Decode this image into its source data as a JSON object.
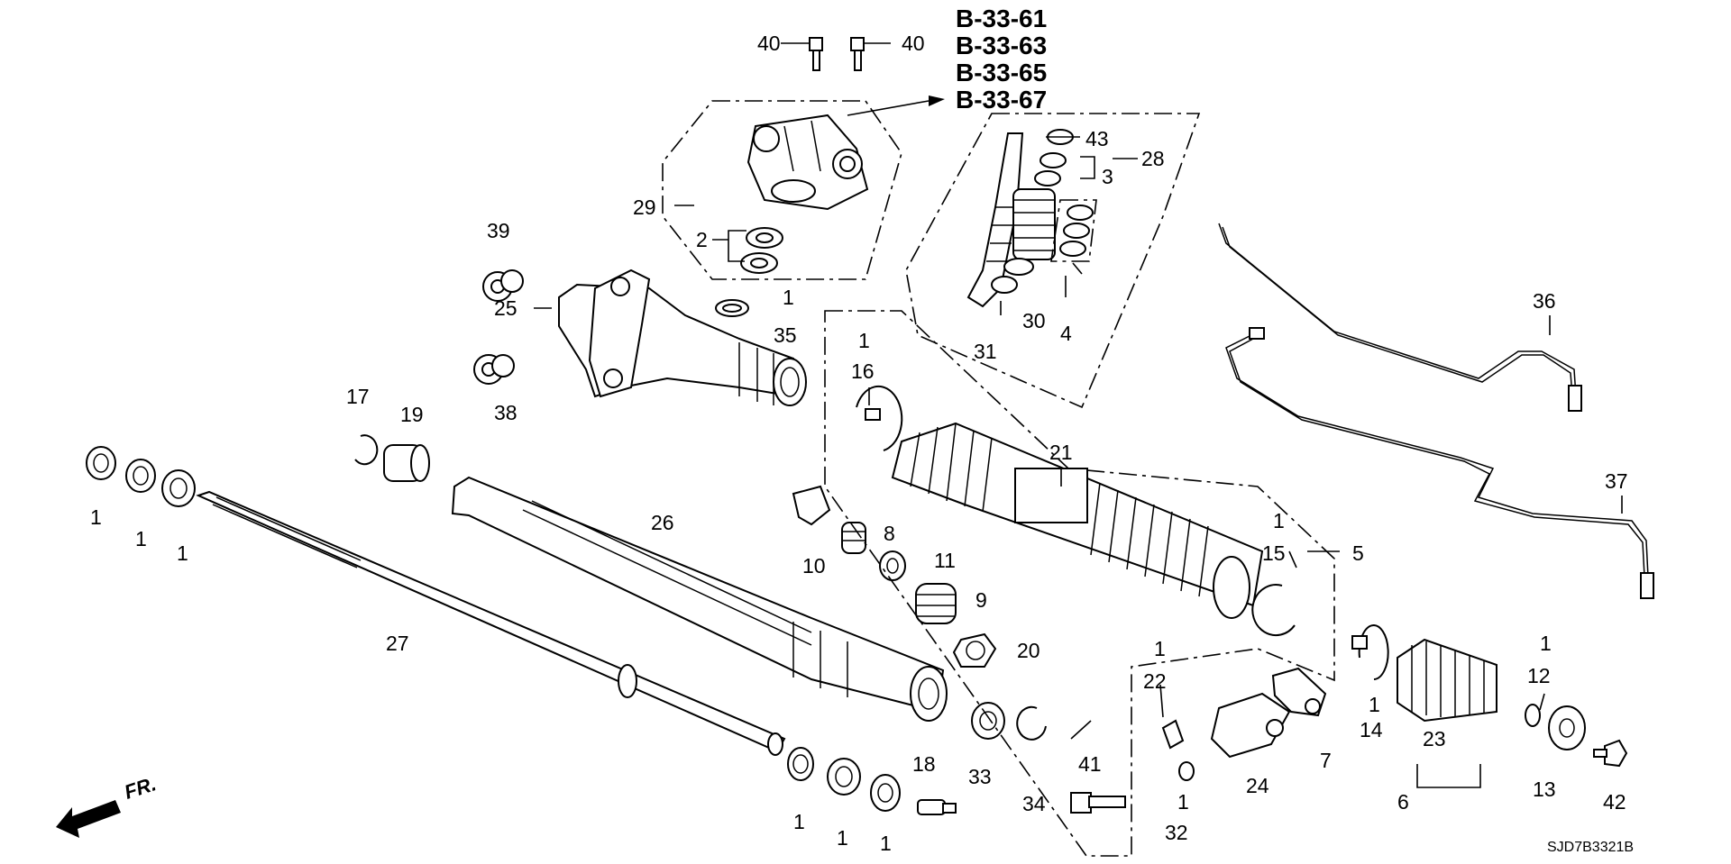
{
  "diagram": {
    "reference_codes": [
      "B-33-61",
      "B-33-63",
      "B-33-65",
      "B-33-67"
    ],
    "drawing_code": "SJD7B3321B",
    "direction_label": "FR.",
    "callouts": [
      {
        "id": "c40a",
        "text": "40"
      },
      {
        "id": "c40b",
        "text": "40"
      },
      {
        "id": "c29",
        "text": "29"
      },
      {
        "id": "c2",
        "text": "2"
      },
      {
        "id": "c39",
        "text": "39"
      },
      {
        "id": "c25",
        "text": "25"
      },
      {
        "id": "c38",
        "text": "38"
      },
      {
        "id": "c1_35",
        "text": "1"
      },
      {
        "id": "c35",
        "text": "35"
      },
      {
        "id": "c43",
        "text": "43"
      },
      {
        "id": "c3",
        "text": "3"
      },
      {
        "id": "c28",
        "text": "28"
      },
      {
        "id": "c30",
        "text": "30"
      },
      {
        "id": "c31",
        "text": "31"
      },
      {
        "id": "c4",
        "text": "4"
      },
      {
        "id": "c36",
        "text": "36"
      },
      {
        "id": "c37",
        "text": "37"
      },
      {
        "id": "c1_16",
        "text": "1"
      },
      {
        "id": "c16",
        "text": "16"
      },
      {
        "id": "c21",
        "text": "21"
      },
      {
        "id": "c17",
        "text": "17"
      },
      {
        "id": "c19",
        "text": "19"
      },
      {
        "id": "c1a",
        "text": "1"
      },
      {
        "id": "c1b",
        "text": "1"
      },
      {
        "id": "c1c",
        "text": "1"
      },
      {
        "id": "c26",
        "text": "26"
      },
      {
        "id": "c27",
        "text": "27"
      },
      {
        "id": "c10",
        "text": "10"
      },
      {
        "id": "c8",
        "text": "8"
      },
      {
        "id": "c11",
        "text": "11"
      },
      {
        "id": "c9",
        "text": "9"
      },
      {
        "id": "c20",
        "text": "20"
      },
      {
        "id": "c1_15",
        "text": "1"
      },
      {
        "id": "c15",
        "text": "15"
      },
      {
        "id": "c5",
        "text": "5"
      },
      {
        "id": "c1_22",
        "text": "1"
      },
      {
        "id": "c22",
        "text": "22"
      },
      {
        "id": "c33",
        "text": "33"
      },
      {
        "id": "c34",
        "text": "34"
      },
      {
        "id": "c18",
        "text": "18"
      },
      {
        "id": "c1d",
        "text": "1"
      },
      {
        "id": "c1e",
        "text": "1"
      },
      {
        "id": "c1f",
        "text": "1"
      },
      {
        "id": "c41",
        "text": "41"
      },
      {
        "id": "c1_32",
        "text": "1"
      },
      {
        "id": "c32",
        "text": "32"
      },
      {
        "id": "c24",
        "text": "24"
      },
      {
        "id": "c7",
        "text": "7"
      },
      {
        "id": "c1_14",
        "text": "1"
      },
      {
        "id": "c14",
        "text": "14"
      },
      {
        "id": "c23",
        "text": "23"
      },
      {
        "id": "c6",
        "text": "6"
      },
      {
        "id": "c1_12",
        "text": "1"
      },
      {
        "id": "c12",
        "text": "12"
      },
      {
        "id": "c13",
        "text": "13"
      },
      {
        "id": "c42",
        "text": "42"
      }
    ]
  }
}
